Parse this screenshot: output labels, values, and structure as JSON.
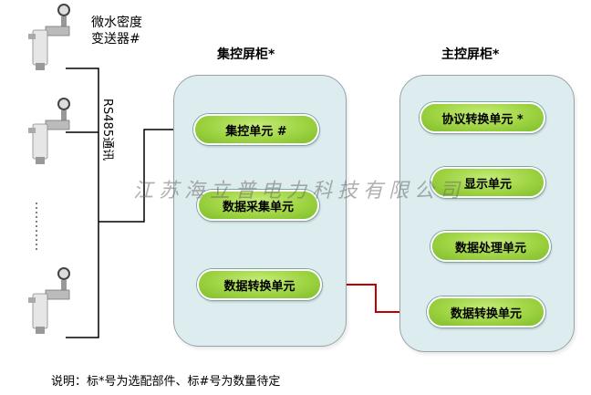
{
  "sensors": {
    "label_line1": "微水密度",
    "label_line2": "变送器#",
    "count_shown": 3
  },
  "comm_label": "RS485通讯",
  "collect_cabinet": {
    "title": "集控屏柜*",
    "units": [
      "集控单元 #",
      "数据采集单元",
      "数据转换单元"
    ]
  },
  "main_cabinet": {
    "title": "主控屏柜*",
    "units": [
      "协议转换单元 *",
      "显示单元",
      "数据处理单元",
      "数据转换单元"
    ]
  },
  "watermark": "江苏海立普电力科技有限公司",
  "note": "说明：标*号为选配部件、标#号为数量待定",
  "colors": {
    "cabinet_fill": "#dcecef",
    "unit_green": "#9fd443",
    "link_red": "#c00000",
    "bus_black": "#000000"
  }
}
